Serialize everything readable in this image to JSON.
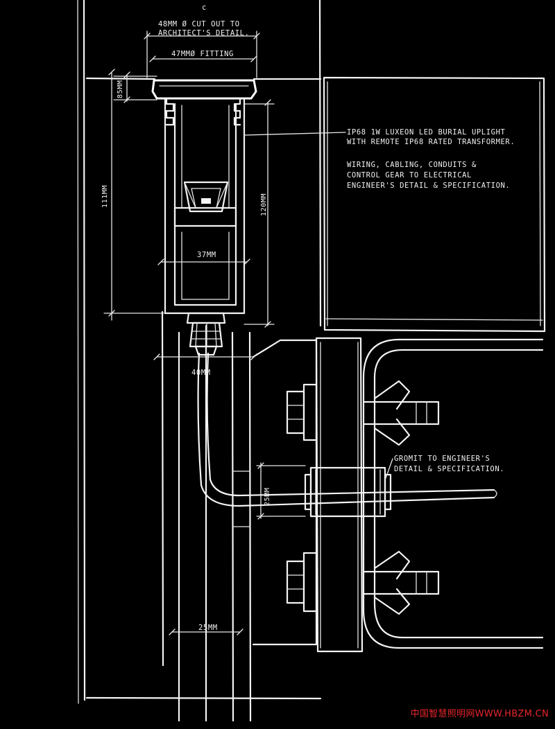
{
  "top_mark": "c",
  "annotations": {
    "cutout_line1": "48MM Ø CUT OUT TO",
    "cutout_line2": "ARCHITECT'S DETAIL.",
    "fitting": "47MMØ FITTING",
    "dim_85": "85MM",
    "dim_111": "111MM",
    "dim_120": "120MM",
    "dim_37": "37MM",
    "dim_40": "40MM",
    "dim_25_vertical": "25MM",
    "dim_25_horizontal": "25MM",
    "uplight_line1": "IP68 1W LUXEON LED BURIAL UPLIGHT",
    "uplight_line2": "WITH REMOTE IP68 RATED TRANSFORMER.",
    "wiring_line1": "WIRING, CABLING, CONDUITS &",
    "wiring_line2": "CONTROL GEAR TO ELECTRICAL",
    "wiring_line3": "ENGINEER'S DETAIL & SPECIFICATION.",
    "gromit_line1": "GROMIT TO ENGINEER'S",
    "gromit_line2": "DETAIL & SPECIFICATION."
  },
  "watermark": "中国智慧照明网WWW.HBZM.CN",
  "colors": {
    "background": "#000000",
    "ink": "#f4f4f4",
    "watermark": "#e8262c"
  }
}
